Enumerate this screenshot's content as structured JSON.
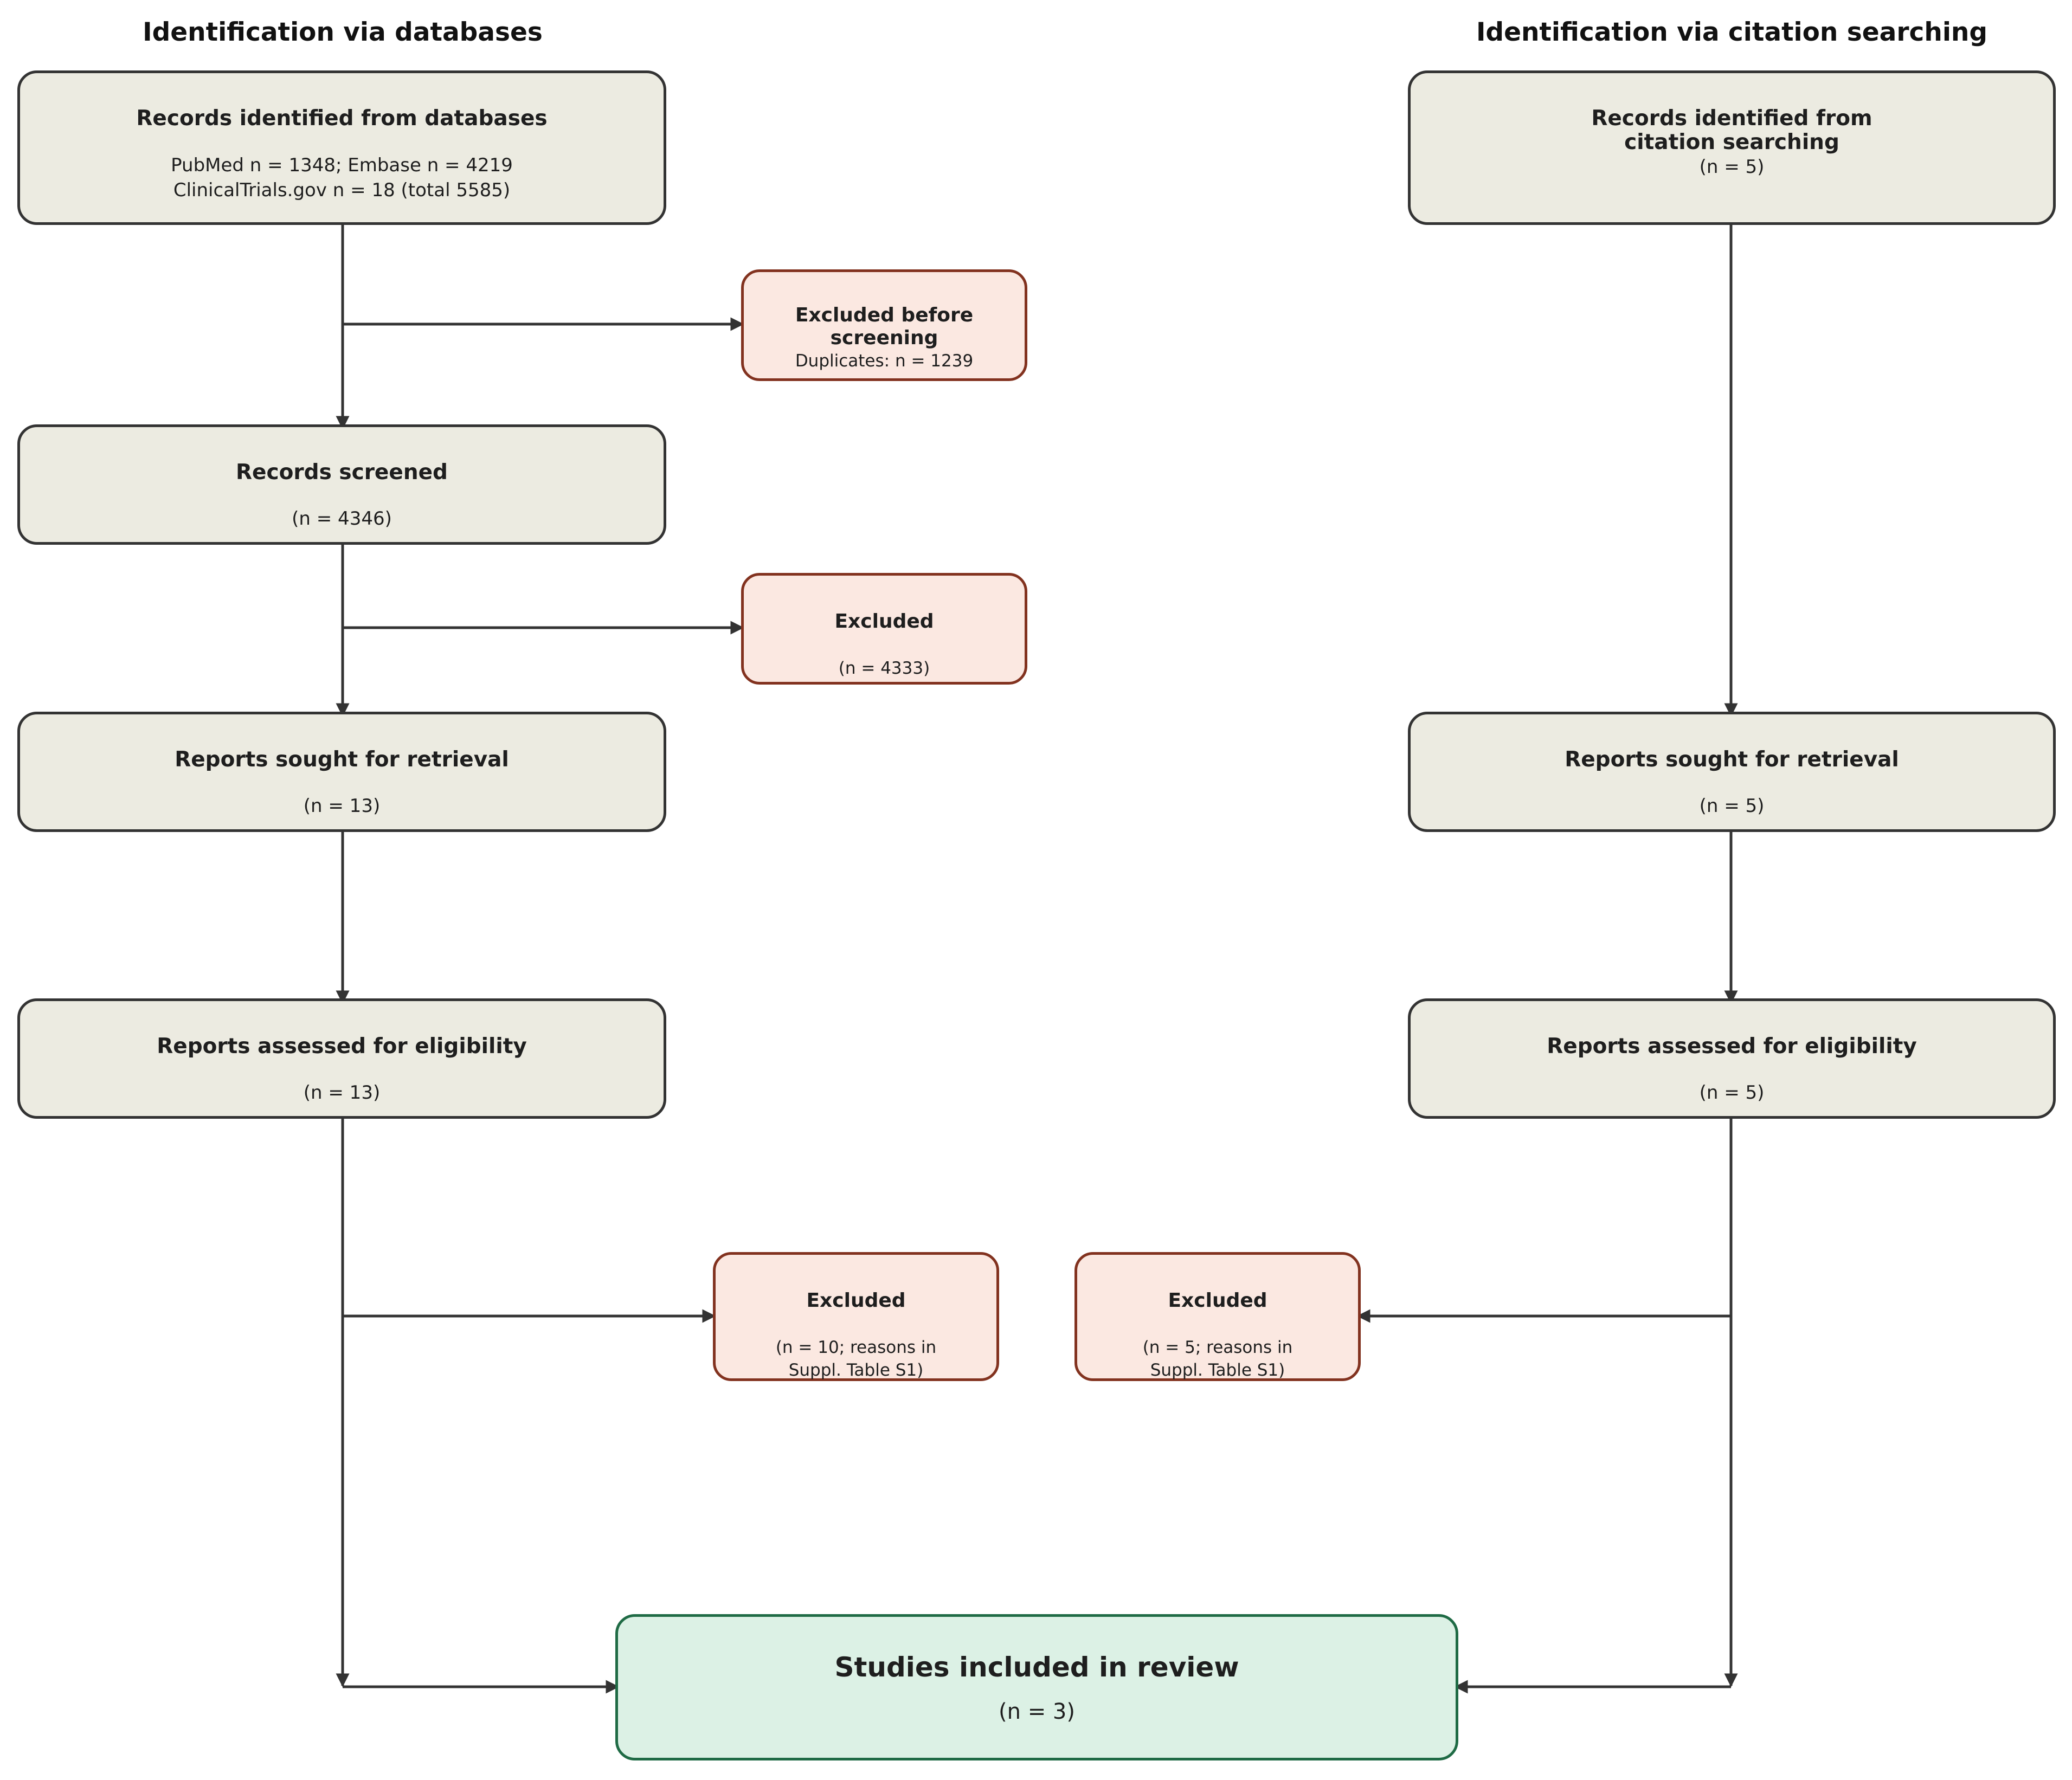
{
  "headings": {
    "left": "Identification via databases",
    "right": "Identification via citation searching"
  },
  "databases": {
    "identified": {
      "title": "Records identified from databases",
      "line1": "PubMed n = 1348; Embase n = 4219",
      "line2": "ClinicalTrials.gov n = 18 (total 5585)"
    },
    "excluded_before_screening": {
      "title_line1": "Excluded before",
      "title_line2": "screening",
      "detail": "Duplicates: n = 1239"
    },
    "screened": {
      "title": "Records screened",
      "detail": "(n = 4346)"
    },
    "excluded_screening": {
      "title": "Excluded",
      "detail": "(n = 4333)"
    },
    "sought": {
      "title": "Reports sought for retrieval",
      "detail": "(n = 13)"
    },
    "assessed": {
      "title": "Reports assessed for eligibility",
      "detail": "(n = 13)"
    },
    "excluded_eligibility": {
      "title": "Excluded",
      "detail_line1": "(n = 10; reasons in",
      "detail_line2": "Suppl. Table S1)"
    }
  },
  "citations": {
    "identified": {
      "title_line1": "Records identified from",
      "title_line2": "citation searching",
      "detail": "(n = 5)"
    },
    "sought": {
      "title": "Reports sought for retrieval",
      "detail": "(n = 5)"
    },
    "assessed": {
      "title": "Reports assessed for eligibility",
      "detail": "(n = 5)"
    },
    "excluded_eligibility": {
      "title": "Excluded",
      "detail_line1": "(n = 5; reasons in",
      "detail_line2": "Suppl. Table S1)"
    }
  },
  "included": {
    "title": "Studies included in review",
    "detail": "(n = 3)"
  },
  "colors": {
    "main_fill": "#ecebe1",
    "main_border": "#333333",
    "excluded_fill": "#fbe8e1",
    "excluded_border": "#82321f",
    "included_fill": "#dcf1e5",
    "included_border": "#1f6b45",
    "connector": "#333333"
  }
}
